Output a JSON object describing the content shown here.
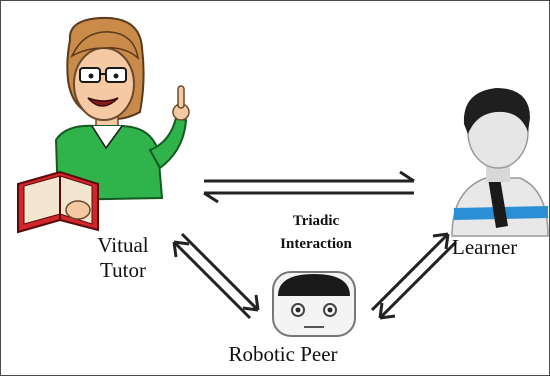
{
  "nodes": {
    "tutor": {
      "label_lines": [
        "Vitual",
        "Tutor"
      ]
    },
    "learner": {
      "label": "Learner"
    },
    "peer": {
      "label": "Robotic Peer"
    }
  },
  "center": {
    "label_lines": [
      "Triadic",
      "Interaction"
    ]
  },
  "colors": {
    "tutor_hair": "#c98a4a",
    "tutor_shirt": "#2fb34a",
    "tutor_book": "#d3262a",
    "learner_accent": "#2a8fd4",
    "arrow_stroke": "#222222"
  }
}
